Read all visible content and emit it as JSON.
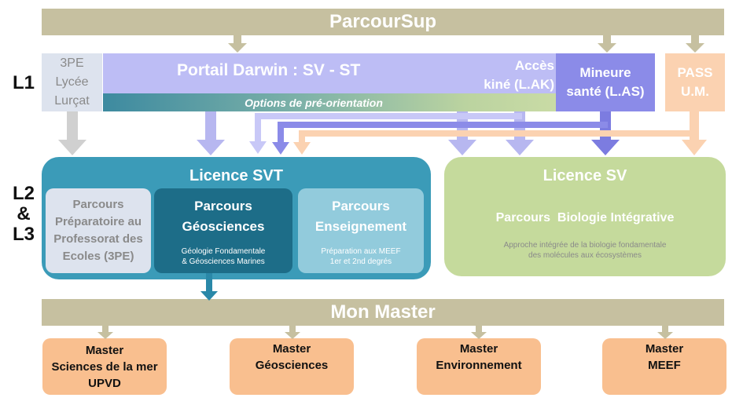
{
  "top_bar": {
    "label": "ParcourSup"
  },
  "bottom_bar": {
    "label": "Mon Master"
  },
  "levels": {
    "l1": "L1",
    "l2": "L2",
    "amp": "&",
    "l3": "L3"
  },
  "l1_boxes": {
    "lycee": [
      "3PE",
      "Lycée",
      "Lurçat"
    ],
    "portail": "Portail Darwin : SV - ST",
    "acces": [
      "Accès",
      "kiné (L.AK)"
    ],
    "mineure": [
      "Mineure",
      "santé (L.AS)"
    ],
    "pass": [
      "PASS",
      "U.M."
    ],
    "options": "Options de pré-orientation"
  },
  "licence_svt": {
    "title": "Licence SVT",
    "parcours_3pe": [
      "Parcours",
      "Préparatoire au",
      "Professorat des",
      "Ecoles (3PE)"
    ],
    "geosciences": {
      "title": [
        "Parcours",
        "Géosciences"
      ],
      "sub": [
        "Géologie Fondamentale",
        "& Géosciences Marines"
      ]
    },
    "enseignement": {
      "title": [
        "Parcours",
        "Enseignement"
      ],
      "sub": [
        "Préparation aux MEEF",
        "1er et 2nd degrés"
      ]
    }
  },
  "licence_sv": {
    "title": "Licence SV",
    "parcours": "Parcours  Biologie Intégrative",
    "sub": [
      "Approche intégrée de la biologie fondamentale",
      "des molécules aux écosystèmes"
    ]
  },
  "masters": [
    {
      "lines": [
        "Master",
        "Sciences de la mer",
        "UPVD"
      ]
    },
    {
      "lines": [
        "Master",
        "Géosciences"
      ]
    },
    {
      "lines": [
        "Master",
        "Environnement"
      ]
    },
    {
      "lines": [
        "Master",
        "MEEF"
      ]
    }
  ],
  "colors": {
    "bar": "#c6c0a0",
    "portail": "#bdbdf5",
    "mineure": "#8b8be8",
    "pass": "#fbd2b1",
    "licence_svt": "#3b9bb8",
    "licence_sv": "#c5da9c",
    "master": "#f9bf8f"
  }
}
